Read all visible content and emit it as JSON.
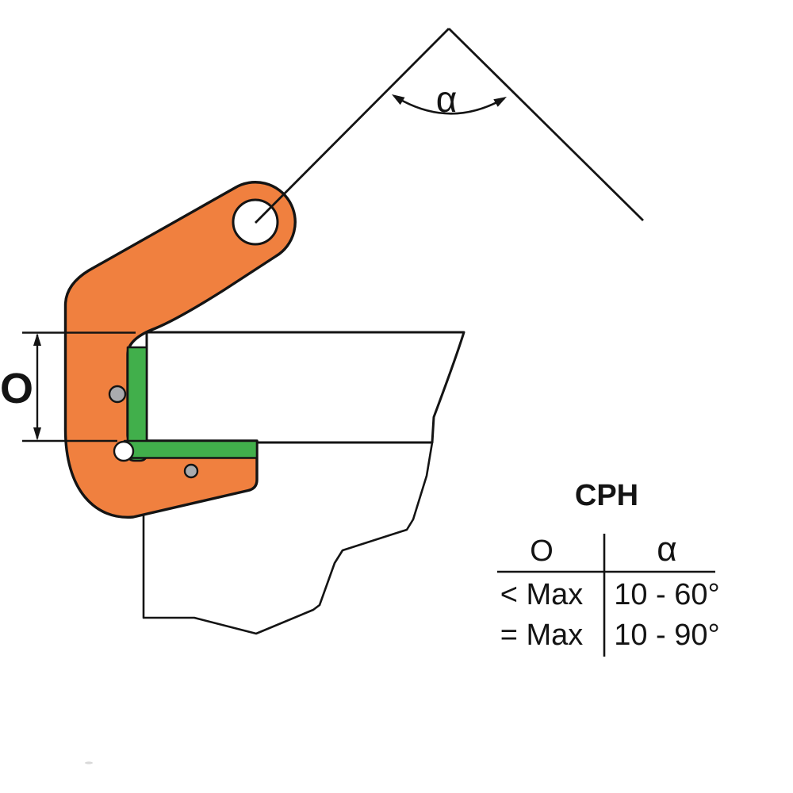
{
  "diagram": {
    "alpha_label": "α",
    "o_label": "O"
  },
  "table": {
    "title": "CPH",
    "columns": [
      "O",
      "α"
    ],
    "rows": [
      {
        "o": "< Max",
        "alpha": "10 - 60°"
      },
      {
        "o": "= Max",
        "alpha": "10 - 90°"
      }
    ]
  },
  "colors": {
    "clamp_orange": "#F0803F",
    "jaw_green": "#41AF4B",
    "pin_gray": "#A9ABAE",
    "hole_white": "#FFFFFF",
    "outline_black": "#141414"
  }
}
